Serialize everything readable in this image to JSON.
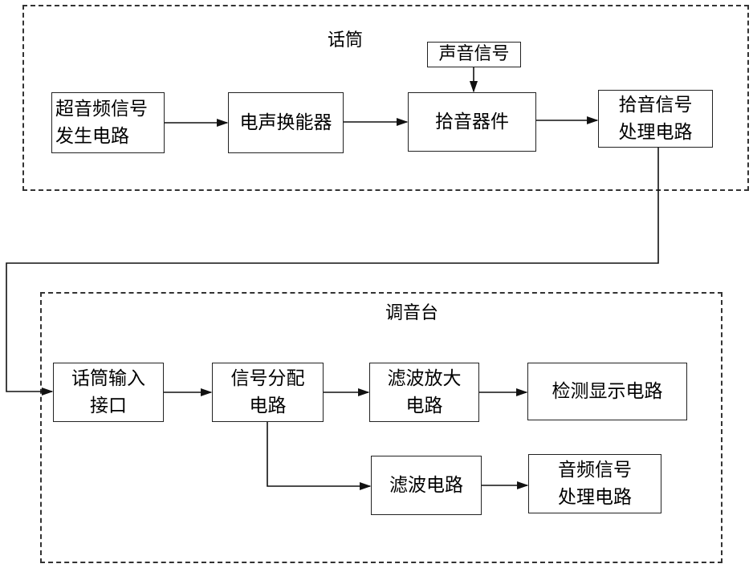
{
  "regions": {
    "microphone": "话筒",
    "console": "调音台"
  },
  "blocks": {
    "ultrasonic_gen": "超音频信号\n发生电路",
    "transducer": "电声换能器",
    "pickup": "拾音器件",
    "pickup_processing": "拾音信号\n处理电路",
    "sound_signal": "声音信号",
    "mic_input": "话筒输入\n接口",
    "signal_split": "信号分配\n电路",
    "filter_amp": "滤波放大\n电路",
    "detect_display": "检测显示电路",
    "filter": "滤波电路",
    "audio_processing": "音频信号\n处理电路"
  }
}
